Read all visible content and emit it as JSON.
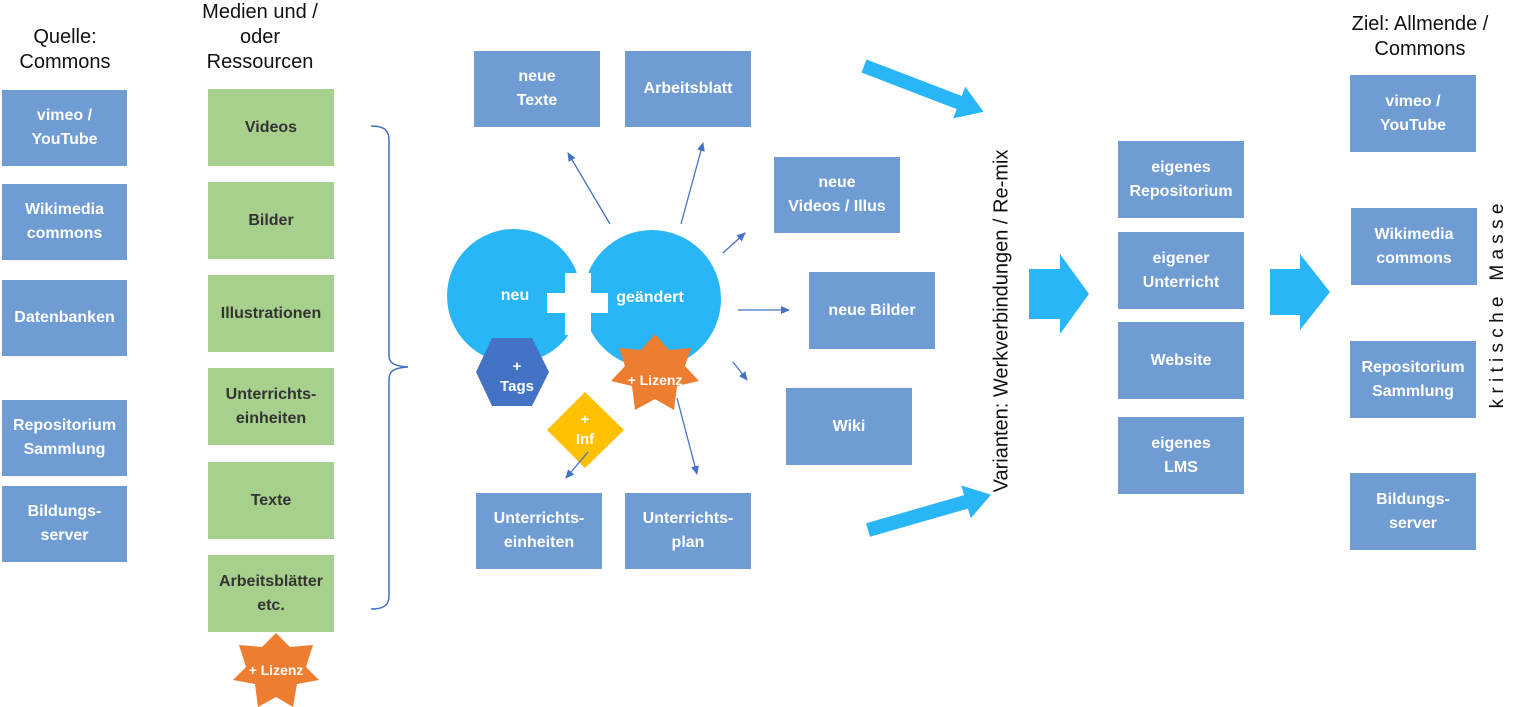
{
  "colors": {
    "box_blue": "#6f9cd3",
    "box_green": "#a8d08d",
    "circle": "#29b6f6",
    "arrow_big": "#29b6f6",
    "arrow_thin": "#4472c4",
    "hexagon": "#4472c4",
    "star": "#ed7d31",
    "diamond": "#ffc000"
  },
  "source": {
    "heading": "Quelle:\nCommons",
    "items": [
      "vimeo /\nYouTube",
      "Wikimedia\ncommons",
      "Datenbanken",
      "Repositorium\nSammlung",
      "Bildungs-\nserver"
    ]
  },
  "media": {
    "heading": "Medien und /\noder\nRessourcen",
    "items": [
      "Videos",
      "Bilder",
      "Illustrationen",
      "Unterrichts-\neinheiten",
      "Texte",
      "Arbeitsblätter\netc."
    ],
    "license_badge": "+ Lizenz"
  },
  "center": {
    "circle_new": "neu",
    "circle_changed": "geändert",
    "tags_badge": "+\nTags",
    "license_badge": "+ Lizenz",
    "inf_badge": "+\nInf",
    "outputs": [
      "neue\nTexte",
      "Arbeitsblatt",
      "neue\nVideos / Illus",
      "neue Bilder",
      "Wiki",
      "Unterrichts-\neinheiten",
      "Unterrichts-\nplan"
    ]
  },
  "variants_label": "Varianten: Werkverbindungen / Re-mix",
  "targets": {
    "items": [
      "eigenes\nRepositorium",
      "eigener\nUnterricht",
      "Website",
      "eigenes\nLMS"
    ]
  },
  "goal": {
    "heading": "Ziel: Allmende /\nCommons",
    "items": [
      "vimeo /\nYouTube",
      "Wikimedia\ncommons",
      "Repositorium\nSammlung",
      "Bildungs-\nserver"
    ]
  },
  "critical_mass_label": "k r i t i s c h e   M a s s e"
}
